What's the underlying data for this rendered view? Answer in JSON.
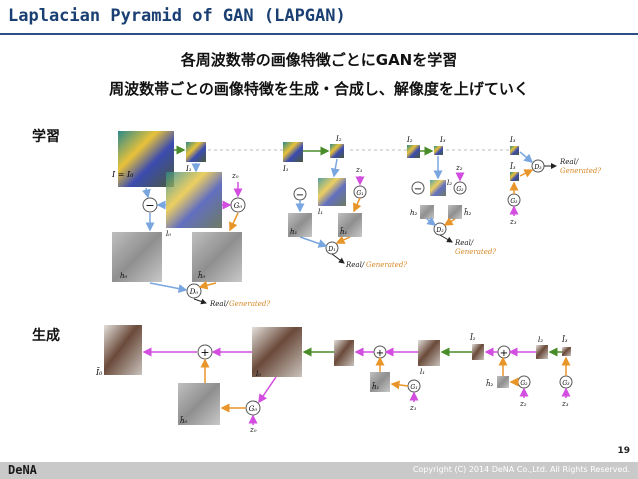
{
  "slide": {
    "title": "Laplacian Pyramid of GAN (LAPGAN)",
    "subtitle_line1": "各周波数帯の画像特徴ごとにGANを学習",
    "subtitle_line2": "周波数帯ごとの画像特徴を生成・合成し、解像度を上げていく",
    "section_training": "学習",
    "section_generation": "生成",
    "page_number": "19",
    "logo": "DeNA",
    "copyright": "Copyright (C) 2014 DeNA Co.,Ltd. All Rights Reserved."
  },
  "diagram": {
    "training": {
      "labels": {
        "I_eq_I0": "I = I₀",
        "I1": "I₁",
        "I2": "I₂",
        "I3": "I₃",
        "l0": "l₀",
        "l1": "l₁",
        "l2": "l₂",
        "z0": "z₀",
        "z1": "z₁",
        "z2": "z₂",
        "z3": "z₃",
        "h0": "h₀",
        "h0_tilde": "h̃₀",
        "h1": "h₁",
        "h1_tilde": "h̃₁",
        "h2": "h₂",
        "h2_tilde": "h̃₂",
        "I3_tilde": "Ĩ₃",
        "G0": "G₀",
        "G1": "G₁",
        "G2": "G₂",
        "G3": "G₃",
        "D0": "D₀",
        "D1": "D₁",
        "D2": "D₂",
        "D3": "D₃",
        "minus": "−",
        "real": "Real/",
        "generated": "Generated?"
      }
    },
    "generation": {
      "labels": {
        "I0_tilde": "Ĩ₀",
        "I1_tilde": "Ĩ₁",
        "I2_tilde": "Ĩ₂",
        "I3_tilde": "Ĩ₃",
        "l0": "l₀",
        "l1": "l₁",
        "l2": "l₂",
        "h0_tilde": "h̃₀",
        "h1_tilde": "h̃₁",
        "h2_tilde": "h̃₂",
        "G0": "G₀",
        "G1": "G₁",
        "G2": "G₂",
        "G3": "G₃",
        "z0": "z₀",
        "z1": "z₁",
        "z2": "z₂",
        "z3": "z₃",
        "plus": "+"
      }
    },
    "colors": {
      "downsample_arrow": "#4a8c2a",
      "upsample_arrow": "#7aa6e0",
      "noise_arrow": "#d24de0",
      "gen_arrow": "#e8962a",
      "real_text": "#1a1a1a",
      "generated_text": "#d88a2a"
    }
  }
}
